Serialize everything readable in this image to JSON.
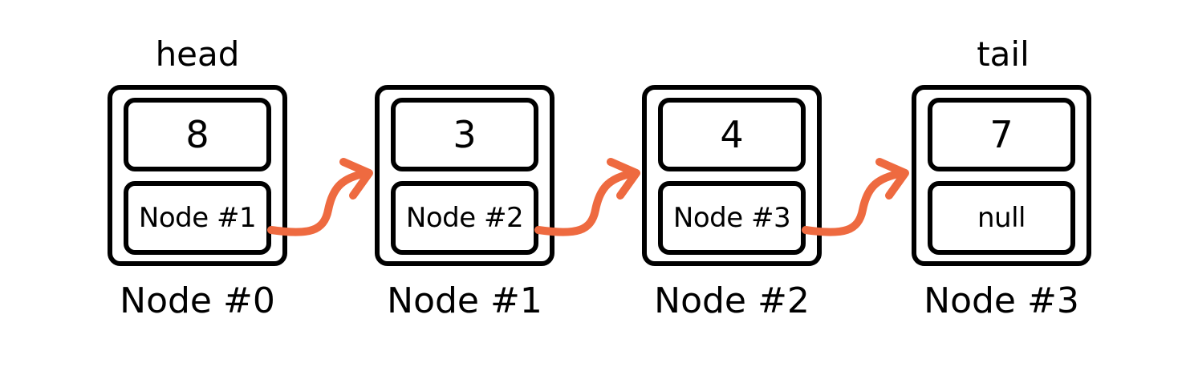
{
  "head_label": "head",
  "tail_label": "tail",
  "colors": {
    "stroke": "#000000",
    "arrow": "#ee6a40",
    "background": "#ffffff"
  },
  "nodes": [
    {
      "caption": "Node #0",
      "value": "8",
      "next": "Node #1"
    },
    {
      "caption": "Node #1",
      "value": "3",
      "next": "Node #2"
    },
    {
      "caption": "Node #2",
      "value": "4",
      "next": "Node #3"
    },
    {
      "caption": "Node #3",
      "value": "7",
      "next": "null"
    }
  ]
}
